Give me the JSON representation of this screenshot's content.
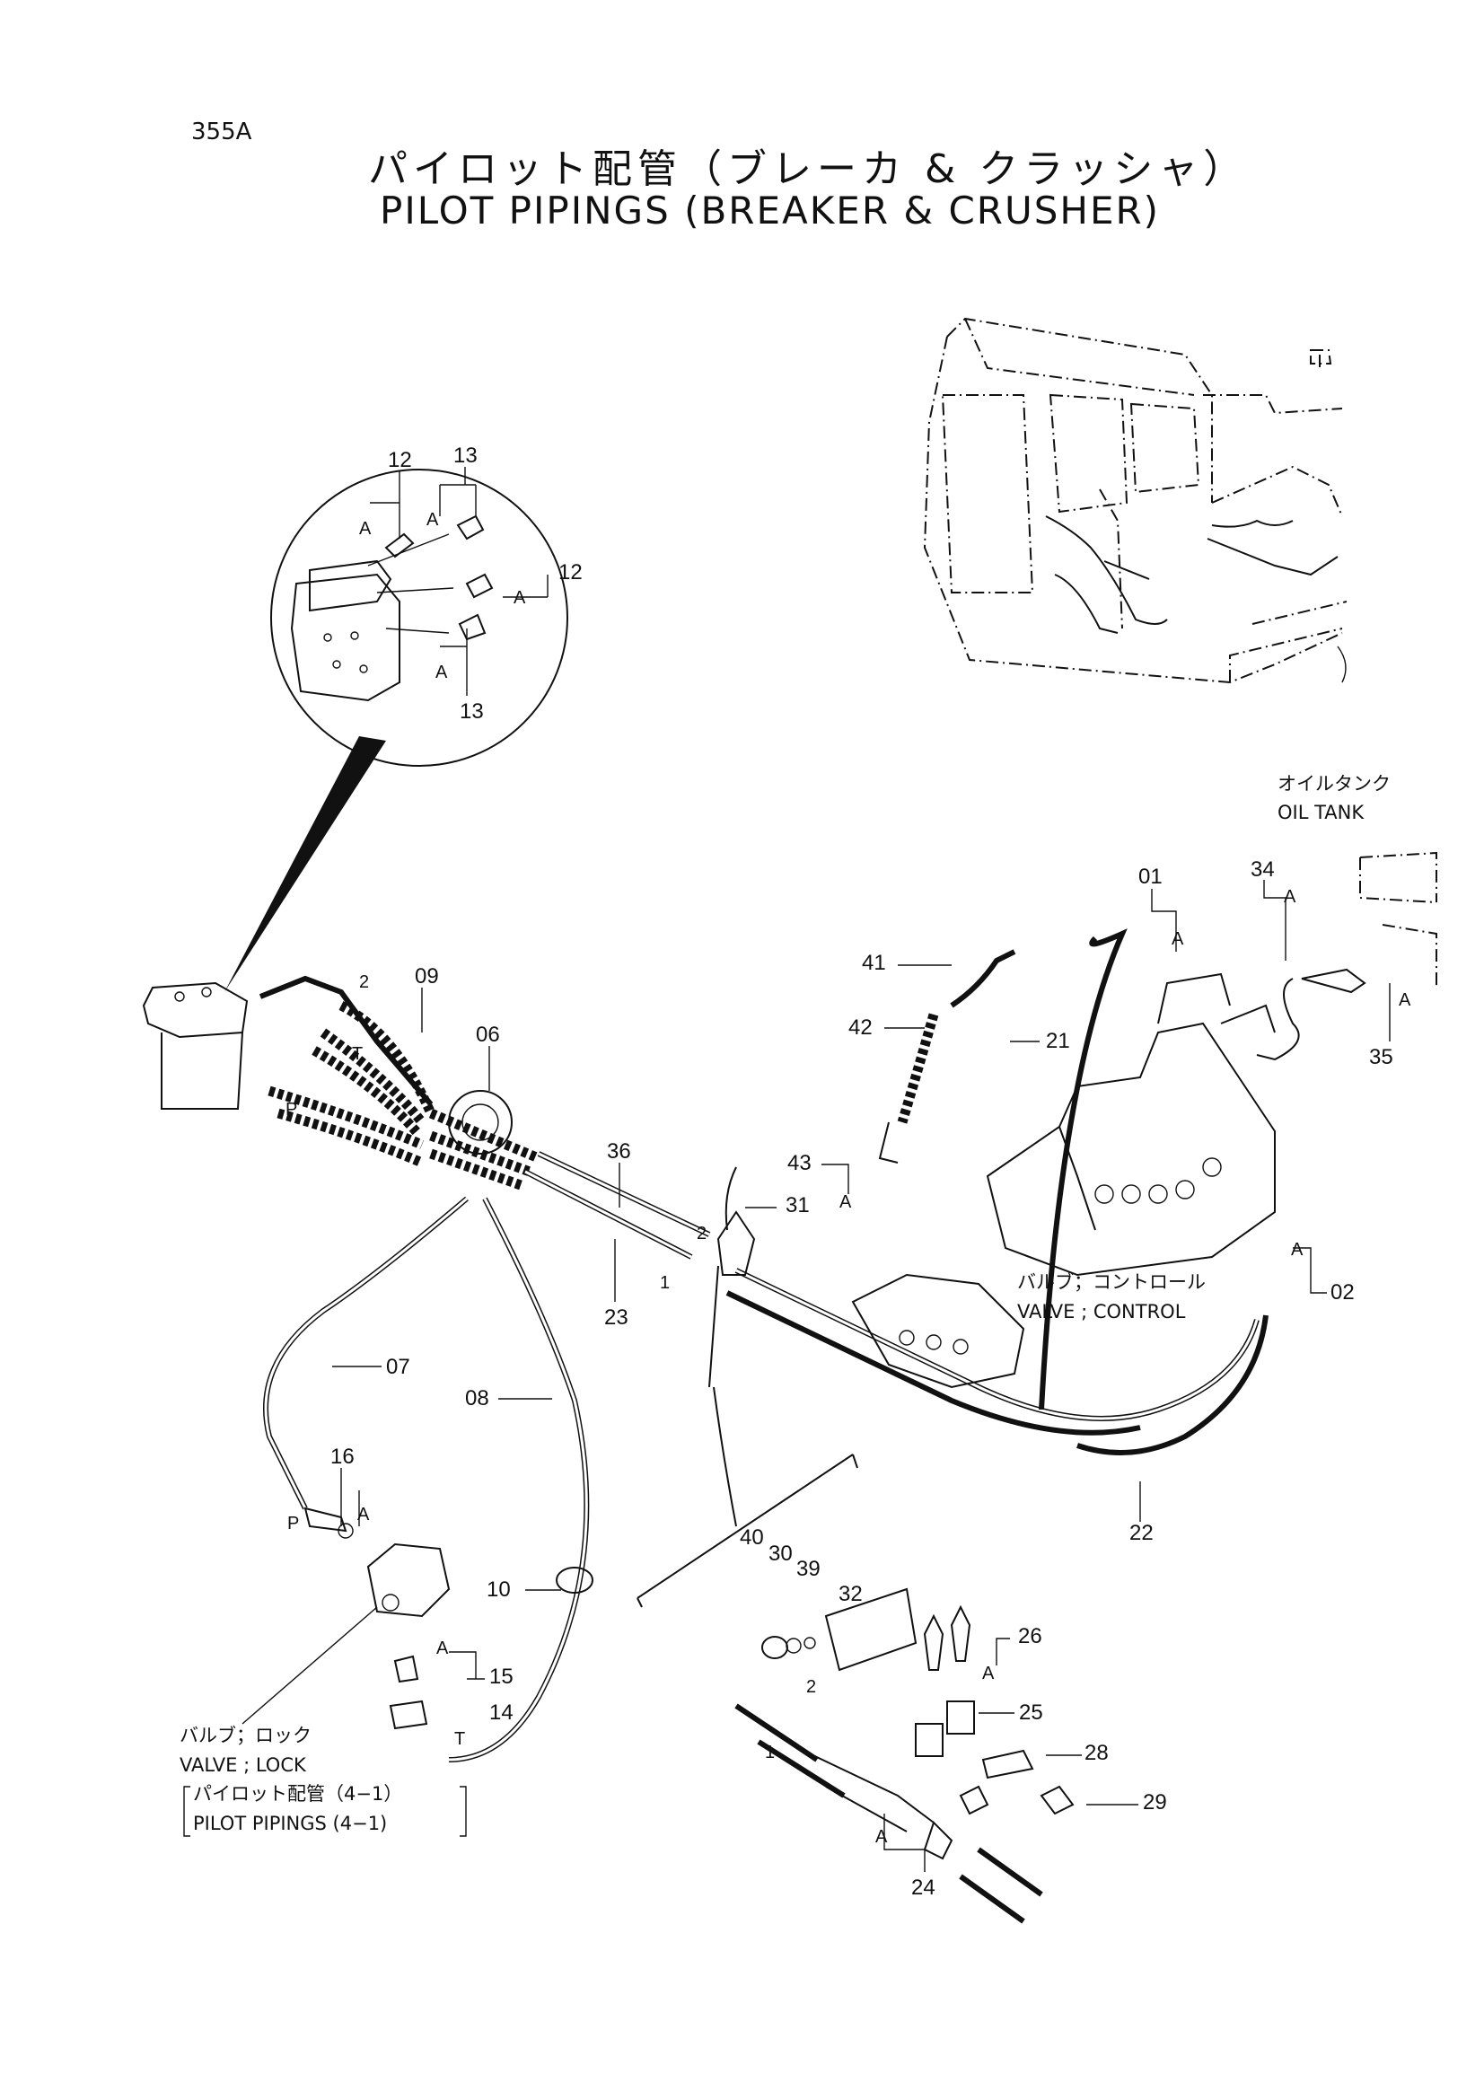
{
  "header": {
    "page_code": "355A",
    "title_jp": "パイロット配管（ブレーカ & クラッシャ）",
    "title_en": "PILOT PIPINGS (BREAKER & CRUSHER)"
  },
  "callouts": {
    "p01": "01",
    "p02": "02",
    "p06": "06",
    "p07": "07",
    "p08": "08",
    "p09": "09",
    "p10": "10",
    "p12a": "12",
    "p12b": "12",
    "p13a": "13",
    "p13b": "13",
    "p14": "14",
    "p15": "15",
    "p16": "16",
    "p21": "21",
    "p22": "22",
    "p23": "23",
    "p24": "24",
    "p25": "25",
    "p26": "26",
    "p28": "28",
    "p29": "29",
    "p30": "30",
    "p31": "31",
    "p32": "32",
    "p34": "34",
    "p35": "35",
    "p36": "36",
    "p39": "39",
    "p40": "40",
    "p41": "41",
    "p42": "42",
    "p43": "43"
  },
  "markers": {
    "a": "A",
    "port_2": "2",
    "port_1": "1",
    "port_t": "T",
    "port_p": "P"
  },
  "notes": {
    "oil_tank_jp": "オイルタンク",
    "oil_tank_en": "OIL  TANK",
    "valve_control_jp": "バルブ；コントロール",
    "valve_control_en": "VALVE ; CONTROL",
    "valve_lock_jp": "バルブ；ロック",
    "valve_lock_en": "VALVE ; LOCK",
    "ref_jp": "パイロット配管（4−1）",
    "ref_en": "PILOT PIPINGS (4−1)"
  }
}
